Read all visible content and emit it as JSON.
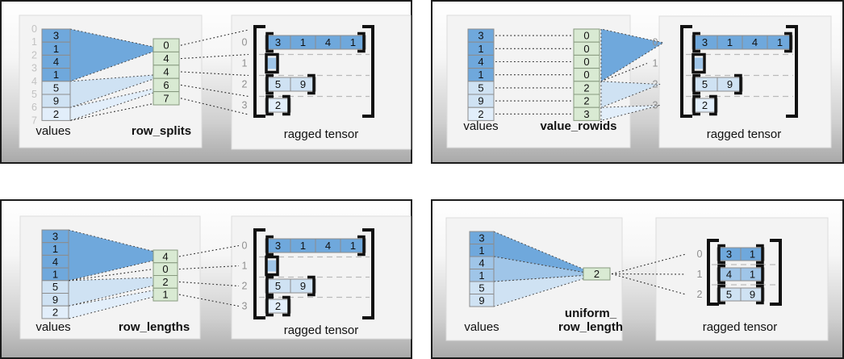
{
  "colors": {
    "dark": "#6fa8dc",
    "mid": "#9fc5e8",
    "light": "#cfe2f3",
    "xlight": "#e2eefa",
    "green": "#d9ead3",
    "cell_border": "#8c8c8c",
    "green_border": "#87997f",
    "bracket": "#111111",
    "index_label": "#c2c2c2",
    "row_label": "#909090",
    "separator": "#bababa",
    "dotted_line": "#2a2a2a",
    "panel_border": "#1c1c1c",
    "box_fill": "#f3f3f3",
    "box_border": "#dcdcdc",
    "text": "#111111",
    "bg_gradient_top": "#ffffff",
    "bg_gradient_bottom": "#a8a8a8"
  },
  "panels": [
    {
      "id": "row-splits",
      "title_lines": [
        "row_splits"
      ],
      "values_label": "values",
      "tensor_label": "ragged tensor",
      "value_indices": [
        "0",
        "1",
        "2",
        "3",
        "4",
        "5",
        "6",
        "7"
      ],
      "values": [
        {
          "v": "3",
          "shade": "dark"
        },
        {
          "v": "1",
          "shade": "dark"
        },
        {
          "v": "4",
          "shade": "dark"
        },
        {
          "v": "1",
          "shade": "dark"
        },
        {
          "v": "5",
          "shade": "light"
        },
        {
          "v": "9",
          "shade": "light"
        },
        {
          "v": "2",
          "shade": "xlight"
        }
      ],
      "param_cells": [
        "0",
        "4",
        "4",
        "6",
        "7"
      ],
      "tensor_rows": [
        {
          "label": "0",
          "cells": [
            {
              "v": "3",
              "shade": "dark"
            },
            {
              "v": "1",
              "shade": "dark"
            },
            {
              "v": "4",
              "shade": "dark"
            },
            {
              "v": "1",
              "shade": "dark"
            }
          ]
        },
        {
          "label": "1",
          "cells": []
        },
        {
          "label": "2",
          "cells": [
            {
              "v": "5",
              "shade": "light"
            },
            {
              "v": "9",
              "shade": "light"
            }
          ]
        },
        {
          "label": "3",
          "cells": [
            {
              "v": "2",
              "shade": "xlight"
            }
          ]
        }
      ]
    },
    {
      "id": "value-rowids",
      "title_lines": [
        "value_rowids"
      ],
      "values_label": "values",
      "tensor_label": "ragged tensor",
      "value_indices": [],
      "values": [
        {
          "v": "3",
          "shade": "dark"
        },
        {
          "v": "1",
          "shade": "dark"
        },
        {
          "v": "4",
          "shade": "dark"
        },
        {
          "v": "1",
          "shade": "dark"
        },
        {
          "v": "5",
          "shade": "light"
        },
        {
          "v": "9",
          "shade": "light"
        },
        {
          "v": "2",
          "shade": "xlight"
        }
      ],
      "param_cells": [
        "0",
        "0",
        "0",
        "0",
        "2",
        "2",
        "3"
      ],
      "tensor_rows": [
        {
          "label": "0",
          "cells": [
            {
              "v": "3",
              "shade": "dark"
            },
            {
              "v": "1",
              "shade": "dark"
            },
            {
              "v": "4",
              "shade": "dark"
            },
            {
              "v": "1",
              "shade": "dark"
            }
          ]
        },
        {
          "label": "1",
          "cells": []
        },
        {
          "label": "2",
          "cells": [
            {
              "v": "5",
              "shade": "light"
            },
            {
              "v": "9",
              "shade": "light"
            }
          ]
        },
        {
          "label": "3",
          "cells": [
            {
              "v": "2",
              "shade": "xlight"
            }
          ]
        }
      ]
    },
    {
      "id": "row-lengths",
      "title_lines": [
        "row_lengths"
      ],
      "values_label": "values",
      "tensor_label": "ragged tensor",
      "value_indices": [],
      "values": [
        {
          "v": "3",
          "shade": "dark"
        },
        {
          "v": "1",
          "shade": "dark"
        },
        {
          "v": "4",
          "shade": "dark"
        },
        {
          "v": "1",
          "shade": "dark"
        },
        {
          "v": "5",
          "shade": "light"
        },
        {
          "v": "9",
          "shade": "light"
        },
        {
          "v": "2",
          "shade": "xlight"
        }
      ],
      "param_cells": [
        "4",
        "0",
        "2",
        "1"
      ],
      "tensor_rows": [
        {
          "label": "0",
          "cells": [
            {
              "v": "3",
              "shade": "dark"
            },
            {
              "v": "1",
              "shade": "dark"
            },
            {
              "v": "4",
              "shade": "dark"
            },
            {
              "v": "1",
              "shade": "dark"
            }
          ]
        },
        {
          "label": "1",
          "cells": []
        },
        {
          "label": "2",
          "cells": [
            {
              "v": "5",
              "shade": "light"
            },
            {
              "v": "9",
              "shade": "light"
            }
          ]
        },
        {
          "label": "3",
          "cells": [
            {
              "v": "2",
              "shade": "xlight"
            }
          ]
        }
      ]
    },
    {
      "id": "uniform-row-length",
      "title_lines": [
        "uniform_",
        "row_length"
      ],
      "values_label": "values",
      "tensor_label": "ragged tensor",
      "value_indices": [],
      "values": [
        {
          "v": "3",
          "shade": "dark"
        },
        {
          "v": "1",
          "shade": "dark"
        },
        {
          "v": "4",
          "shade": "mid"
        },
        {
          "v": "1",
          "shade": "mid"
        },
        {
          "v": "5",
          "shade": "light"
        },
        {
          "v": "9",
          "shade": "light"
        }
      ],
      "param_cells": [
        "2"
      ],
      "tensor_rows": [
        {
          "label": "0",
          "cells": [
            {
              "v": "3",
              "shade": "dark"
            },
            {
              "v": "1",
              "shade": "dark"
            }
          ]
        },
        {
          "label": "1",
          "cells": [
            {
              "v": "4",
              "shade": "mid"
            },
            {
              "v": "1",
              "shade": "mid"
            }
          ]
        },
        {
          "label": "2",
          "cells": [
            {
              "v": "5",
              "shade": "light"
            },
            {
              "v": "9",
              "shade": "light"
            }
          ]
        }
      ]
    }
  ]
}
